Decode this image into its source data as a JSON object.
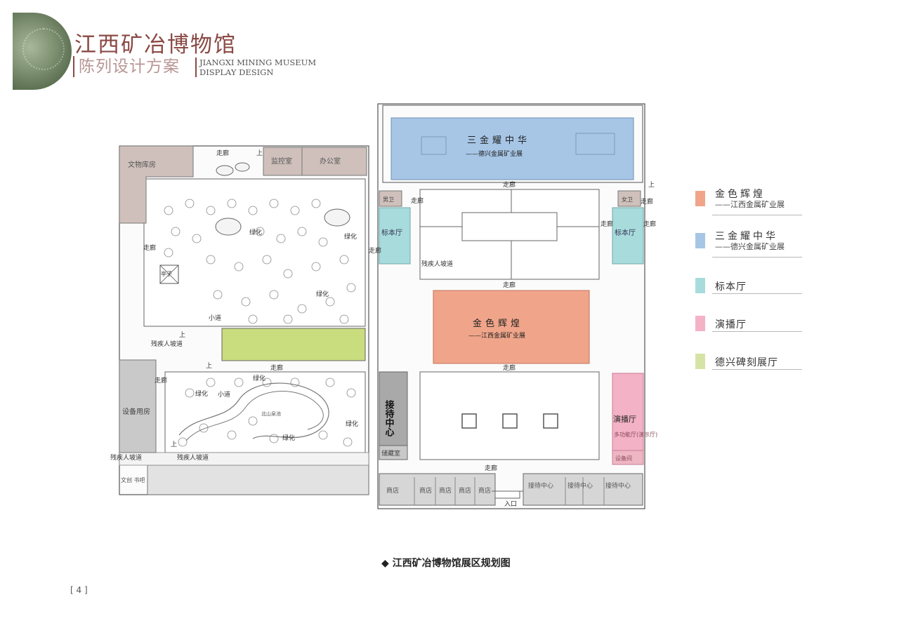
{
  "header": {
    "title_cn": "江西矿冶博物馆",
    "subtitle_cn": "陈列设计方案",
    "title_en_line1": "JIANGXI MINING MUSEUM",
    "title_en_line2": "DISPLAY DESIGN"
  },
  "plan": {
    "rooms": {
      "wenwu": "文物库房",
      "jiankong": "监控室",
      "bangong": "办公室",
      "nan": "男卫",
      "nv": "女卫",
      "biaoben": "标本厅",
      "sanjin": "三金耀中华",
      "sanjin_sub": "——德兴金属矿业展",
      "jinse": "金色辉煌",
      "jinse_sub": "——江西金属矿业展",
      "shebei": "设备用房",
      "jiedai": "接待中心",
      "chucang": "储藏室",
      "yanbo": "演播厅",
      "duogongneng": "多功能厅(演示厅)",
      "shebeijian": "设备间",
      "shangdian": "商店",
      "wenchuang": "文创 书吧",
      "tingzi": "亭子",
      "beike": "德兴碑刻展厅"
    },
    "labels": {
      "zoulang": "走廊",
      "shang": "上",
      "lvhua": "绿化",
      "xiaodao": "小道",
      "canji": "残疾人坡道",
      "rukou": "入口",
      "chuquan": "北山泉池"
    }
  },
  "legend": [
    {
      "label": "金色辉煌",
      "sub": "——江西金属矿业展",
      "color": "#f0a58a"
    },
    {
      "label": "三金耀中华",
      "sub": "——德兴金属矿业展",
      "color": "#a7c6e6"
    },
    {
      "label": "标本厅",
      "sub": "",
      "color": "#a8dcdc"
    },
    {
      "label": "演播厅",
      "sub": "",
      "color": "#f3b2c6"
    },
    {
      "label": "德兴碑刻展厅",
      "sub": "",
      "color": "#d6e3a7"
    }
  ],
  "caption": "◆ 江西矿冶博物馆展区规划图",
  "page_number": "[ 4 ]",
  "colors": {
    "brand": "#8a4a45",
    "gold_hall": "#f0a58a",
    "sanjin_hall": "#a7c6e6",
    "specimen_hall": "#a8dcdc",
    "theater": "#f3b2c6",
    "stele_hall": "#c9dc7e",
    "storage": "#cfc0bb",
    "service": "#c9c9c9"
  }
}
